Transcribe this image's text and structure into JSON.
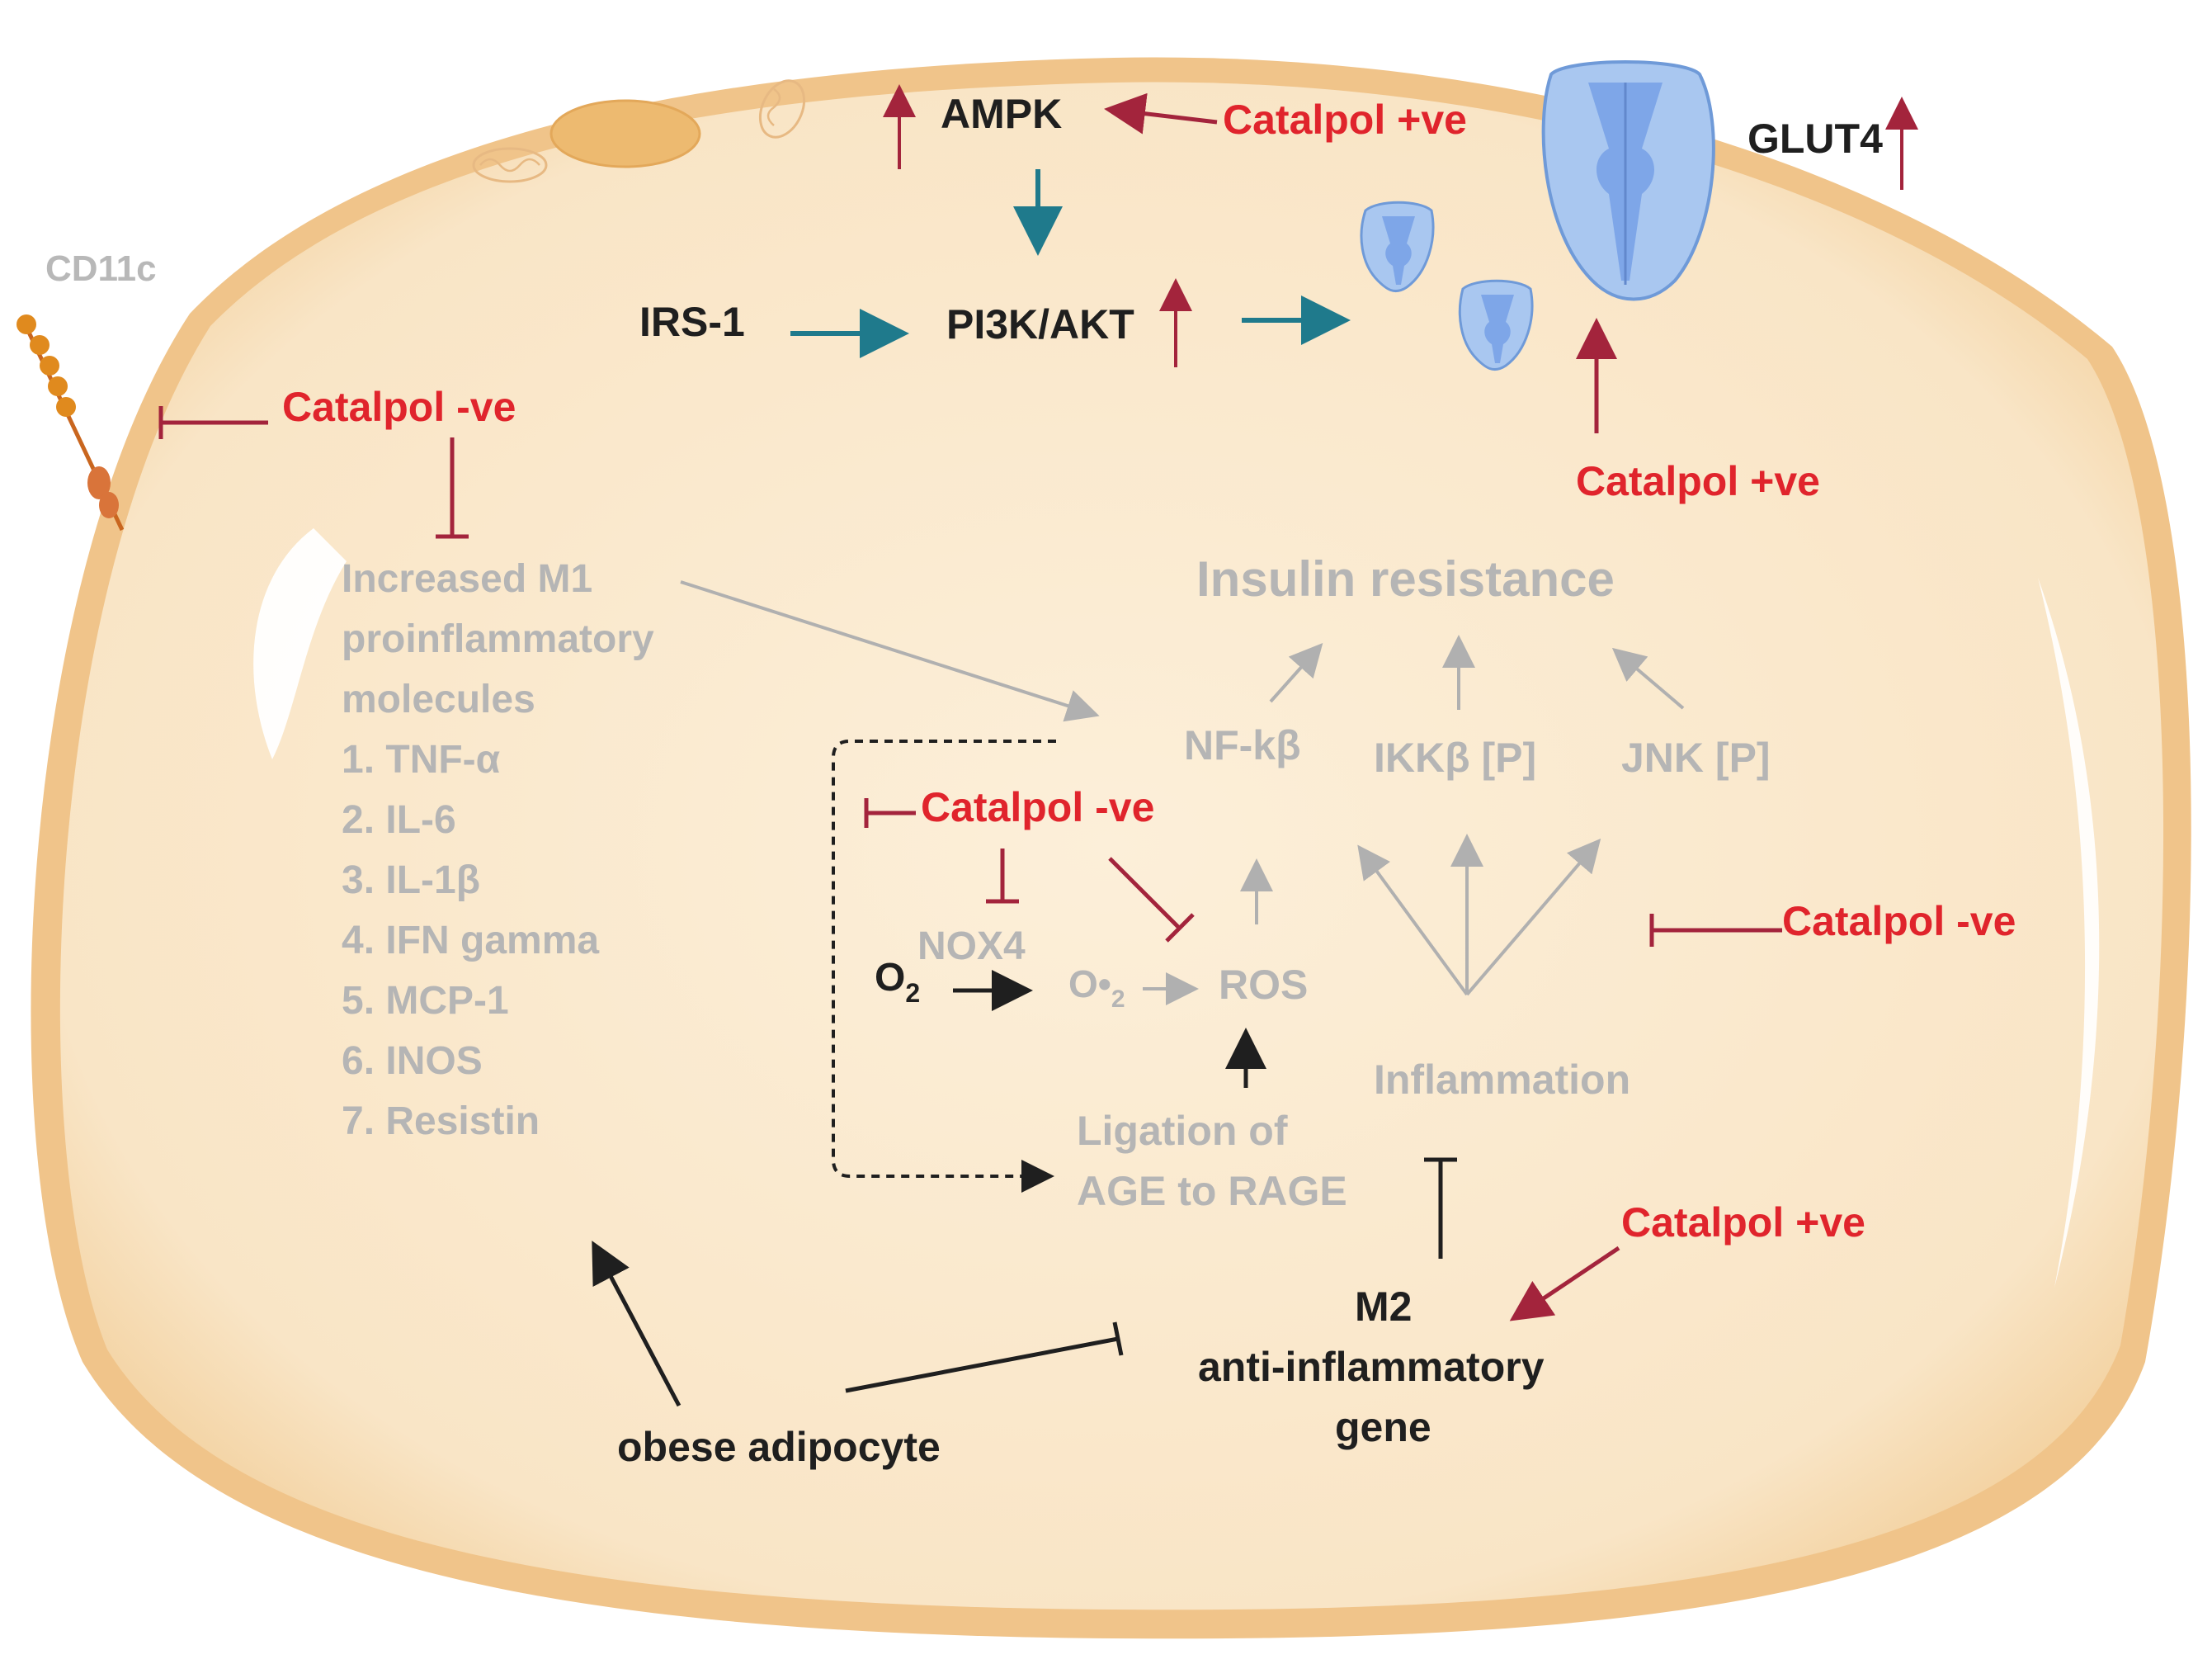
{
  "colors": {
    "cell_fill": "#fbead0",
    "cell_border": "#e8b47a",
    "teal_arrow": "#1f7a8c",
    "catalpol_red": "#e0242c",
    "inhibit_maroon": "#a3243c",
    "gray_text": "#b5b5b5",
    "dark_text": "#1f1f1f",
    "glut4_blue": "#8fb6ec",
    "receptor_orange": "#e08a1e"
  },
  "labels": {
    "cd11c": "CD11c",
    "ampk": "AMPK",
    "glut4": "GLUT4",
    "irs1": "IRS-1",
    "pi3k_akt": "PI3K/AKT",
    "insulin_resistance": "Insulin resistance",
    "nfkb": "NF-kβ",
    "ikkb": "IKKβ [P]",
    "jnk": "JNK [P]",
    "nox4": "NOX4",
    "o2": "O",
    "o2_sub": "2",
    "superoxide": "O•",
    "superoxide_sub": "2",
    "ros": "ROS",
    "inflammation": "Inflammation",
    "ligation_line1": "Ligation of",
    "ligation_line2": "AGE to RAGE",
    "m2_line1": "M2",
    "m2_line2": "anti-inflammatory",
    "m2_line3": "gene",
    "obese": "obese adipocyte",
    "m1_title": [
      "Increased M1",
      "proinflammatory",
      "molecules"
    ],
    "m1_list": [
      "1. TNF-α",
      "2. IL-6",
      "3. IL-1β",
      "4. IFN gamma",
      "5. MCP-1",
      "6. INOS",
      "7. Resistin"
    ]
  },
  "catalpol": {
    "ampk": "Catalpol +ve",
    "glut4": "Catalpol +ve",
    "cd11c": "Catalpol -ve",
    "nox4": "Catalpol -ve",
    "inflammation": "Catalpol -ve",
    "m2": "Catalpol +ve"
  }
}
